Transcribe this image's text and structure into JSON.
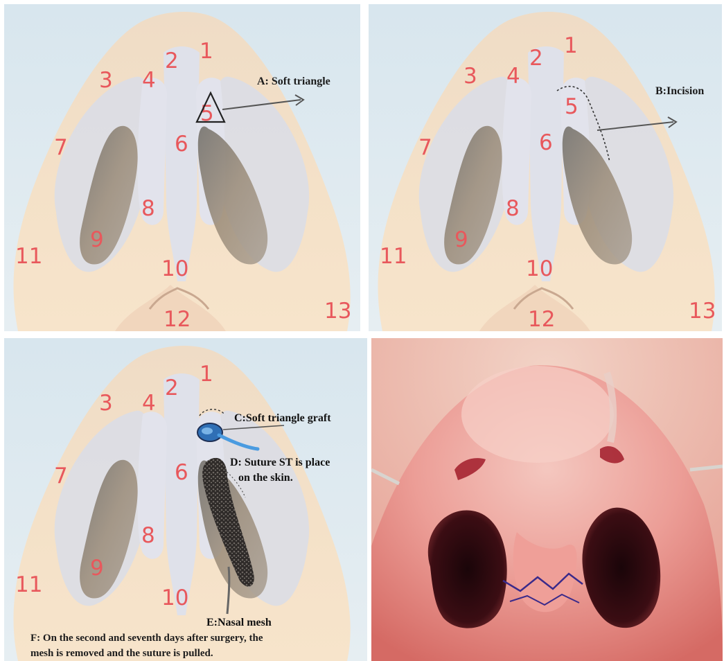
{
  "panel_a": {
    "labels": {
      "n1": "1",
      "n2": "2",
      "n3": "3",
      "n4": "4",
      "n5": "5",
      "n6": "6",
      "n7": "7",
      "n8": "8",
      "n9": "9",
      "n10": "10",
      "n11": "11",
      "n12": "12",
      "n13": "13"
    },
    "annotation": "A: Soft triangle"
  },
  "panel_b": {
    "labels": {
      "n1": "1",
      "n2": "2",
      "n3": "3",
      "n4": "4",
      "n5": "5",
      "n6": "6",
      "n7": "7",
      "n8": "8",
      "n9": "9",
      "n10": "10",
      "n11": "11",
      "n12": "12",
      "n13": "13"
    },
    "annotation": "B:Incision"
  },
  "panel_c": {
    "labels": {
      "n1": "1",
      "n2": "2",
      "n3": "3",
      "n4": "4",
      "n6": "6",
      "n7": "7",
      "n8": "8",
      "n9": "9",
      "n10": "10",
      "n11": "11"
    },
    "annotation_c": "C:Soft triangle graft",
    "annotation_d_line1": "D: Suture ST is place",
    "annotation_d_line2": "on the skin.",
    "annotation_e": "E:Nasal mesh",
    "annotation_f_line1": "F: On the second and seventh days after surgery, the",
    "annotation_f_line2": "mesh is removed and the suture is pulled."
  },
  "colors": {
    "label_red": "#e8585c",
    "skin": "#f3dcc2",
    "cartilage": "#dcdde6",
    "nostril": "#8b8478",
    "photo_skin": "#e88a86"
  }
}
